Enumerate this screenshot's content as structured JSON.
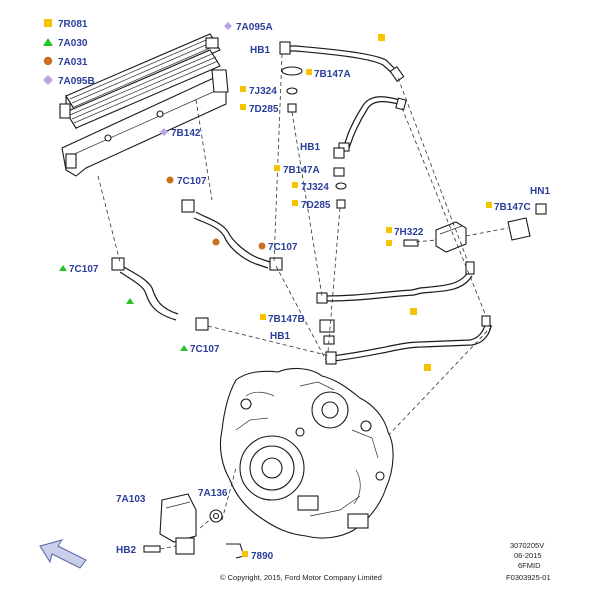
{
  "legend": [
    {
      "code": "7R081",
      "shape": "square",
      "color": "#f5c400"
    },
    {
      "code": "7A030",
      "shape": "triangle",
      "color": "#27c227"
    },
    {
      "code": "7A031",
      "shape": "circle",
      "color": "#c8701e"
    },
    {
      "code": "7A095B",
      "shape": "diamond",
      "color": "#b9a3e3"
    }
  ],
  "callouts": {
    "cooler": "7A095A",
    "bracket": "7B142",
    "hb1_top": "HB1",
    "clip_top": "7B147A",
    "j324_top": "7J324",
    "d285_top": "7D285",
    "hb1_mid": "HB1",
    "clip_mid": "7B147A",
    "j324_mid": "7J324",
    "d285_mid": "7D285",
    "c107_a": "7C107",
    "c107_b": "7C107",
    "c107_c": "7C107",
    "c107_d": "7C107",
    "h322": "7H322",
    "b147c": "7B147C",
    "hn1": "HN1",
    "b147b": "7B147B",
    "hb1_low": "HB1",
    "a103": "7A103",
    "a136": "7A136",
    "hb2": "HB2",
    "n7890": "7890"
  },
  "footer": {
    "copyright": "© Copyright, 2015, Ford Motor Company Limited",
    "ref_1": "3070205V",
    "ref_2": "06-2015",
    "ref_3": "6FMID",
    "ref_4": "F0303925-01"
  },
  "colors": {
    "label_blue": "#2a3e9a",
    "arrow_fill": "#c9cfe8"
  }
}
